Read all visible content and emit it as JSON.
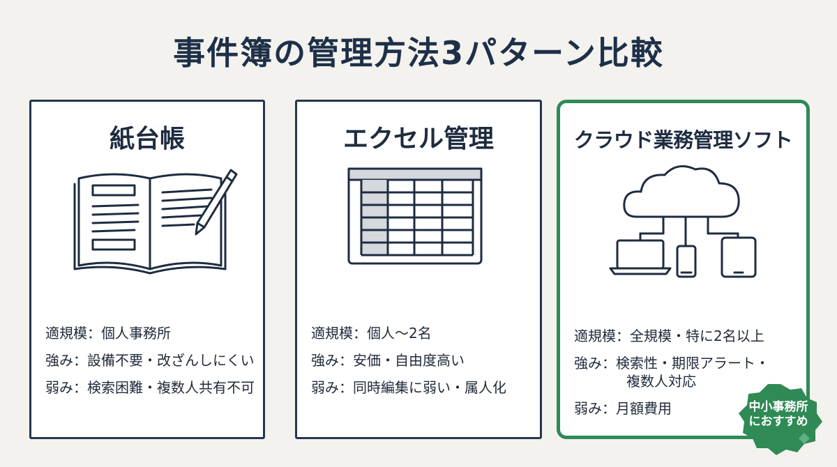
{
  "title": "事件簿の管理方法3パターン比較",
  "cards": [
    {
      "name": "紙台帳",
      "scale": "適規模：個人事務所",
      "strengths": "強み：設備不要・改ざんしにくい",
      "weaknesses": "弱み：検索困難・複数人共有不可"
    },
    {
      "name": "エクセル管理",
      "scale": "適規模：個人〜2名",
      "strengths": "強み：安価・自由度高い",
      "weaknesses": "弱み：同時編集に弱い・属人化"
    },
    {
      "name": "クラウド業務管理ソフト",
      "scale": "適規模：全規模・特に2名以上",
      "strengths_line1": "強み：検索性・期限アラート・",
      "strengths_line2": "複数人対応",
      "weaknesses": "弱み：月額費用"
    }
  ],
  "badge": {
    "line1": "中小事務所",
    "line2": "におすすめ",
    "color": "#2f8a55"
  },
  "colors": {
    "ink": "#1e3048",
    "highlight_border": "#2f8a55",
    "background": "#f3f2ee"
  }
}
